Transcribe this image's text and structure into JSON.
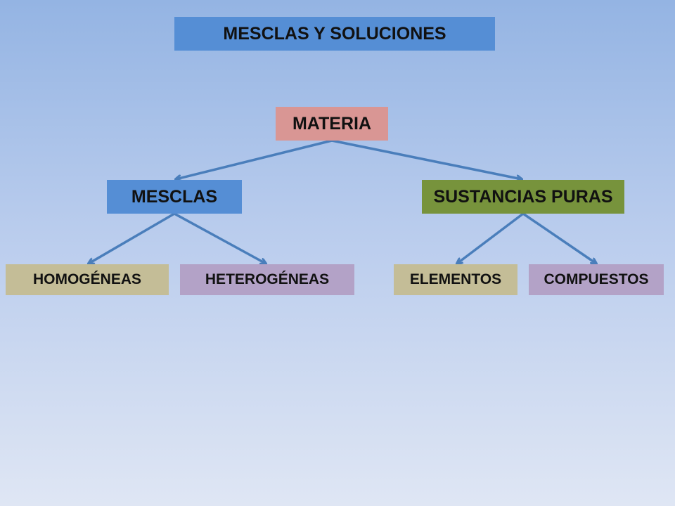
{
  "diagram": {
    "title": "MESCLAS Y SOLUCIONES",
    "root": "MATERIA",
    "branches": [
      {
        "label": "MESCLAS",
        "children": [
          "HOMOGÉNEAS",
          "HETEROGÉNEAS"
        ]
      },
      {
        "label": "SUSTANCIAS PURAS",
        "children": [
          "ELEMENTOS",
          "COMPUESTOS"
        ]
      }
    ]
  },
  "colors": {
    "title_fill": "#558ed5",
    "root_fill": "#d99694",
    "mesclas_fill": "#558ed5",
    "puras_fill": "#77933c",
    "homogeneas_fill": "#c4bd97",
    "heterogeneas_fill": "#b3a2c7",
    "elementos_fill": "#c4bd97",
    "compuestos_fill": "#b3a2c7",
    "arrow": "#4a7ebb"
  }
}
